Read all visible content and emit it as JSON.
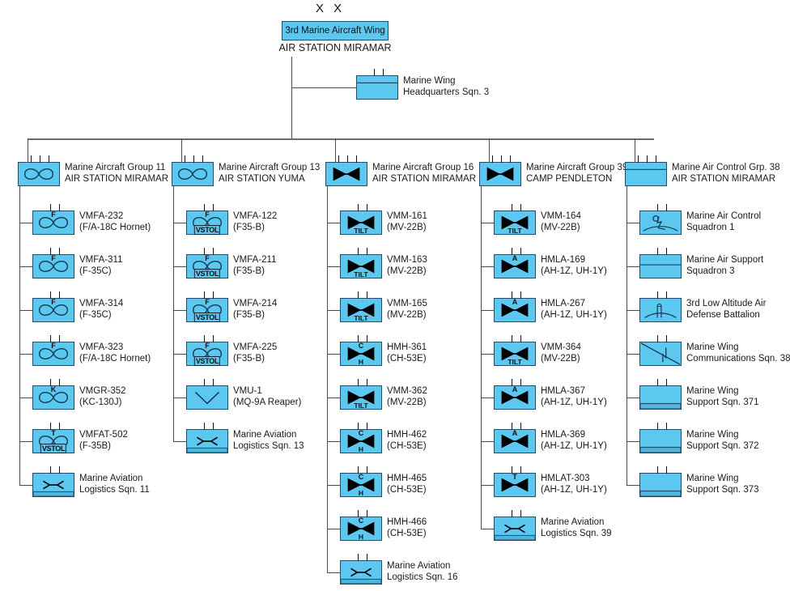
{
  "meta": {
    "title": "3rd Marine Aircraft Wing",
    "echelon_marker": "X X"
  },
  "root": {
    "name": "3rd Marine Aircraft Wing",
    "station": "AIR STATION MIRAMAR",
    "symbol": "air-wing-symbol"
  },
  "headquarters": {
    "line1": "Marine Wing",
    "line2": "Headquarters Sqn. 3",
    "symbol": "headquarters-band-symbol"
  },
  "colors": {
    "symbol_fill": "#5cc8f0",
    "symbol_border": "#1f4f6b",
    "line": "#4a4a4a",
    "text": "#1a1a1a",
    "page_background": "#ffffff"
  },
  "groups": [
    {
      "id": "mag-11",
      "name": "Marine Aircraft Group 11",
      "station": "AIR STATION MIRAMAR",
      "symbol": "fixed-wing-symbol",
      "units": [
        {
          "name": "VMFA-232",
          "aircraft": "(F/A-18C Hornet)",
          "symbol": "fixed-wing-symbol",
          "mod_top": "F",
          "mod_bottom": ""
        },
        {
          "name": "VMFA-311",
          "aircraft": "(F-35C)",
          "symbol": "fixed-wing-symbol",
          "mod_top": "F",
          "mod_bottom": ""
        },
        {
          "name": "VMFA-314",
          "aircraft": "(F-35C)",
          "symbol": "fixed-wing-symbol",
          "mod_top": "F",
          "mod_bottom": ""
        },
        {
          "name": "VMFA-323",
          "aircraft": "(F/A-18C Hornet)",
          "symbol": "fixed-wing-symbol",
          "mod_top": "F",
          "mod_bottom": ""
        },
        {
          "name": "VMGR-352",
          "aircraft": "(KC-130J)",
          "symbol": "fixed-wing-symbol",
          "mod_top": "K",
          "mod_bottom": ""
        },
        {
          "name": "VMFAT-502",
          "aircraft": "(F-35B)",
          "symbol": "fixed-wing-symbol",
          "mod_top": "T",
          "mod_bottom": "VSTOL"
        },
        {
          "name": "Marine Aviation",
          "aircraft": "Logistics Sqn. 11",
          "symbol": "aviation-logistics-symbol",
          "mod_top": "",
          "mod_bottom": ""
        }
      ]
    },
    {
      "id": "mag-13",
      "name": "Marine Aircraft Group 13",
      "station": "AIR STATION YUMA",
      "symbol": "fixed-wing-symbol",
      "units": [
        {
          "name": "VMFA-122",
          "aircraft": "(F35-B)",
          "symbol": "fixed-wing-symbol",
          "mod_top": "F",
          "mod_bottom": "VSTOL"
        },
        {
          "name": "VMFA-211",
          "aircraft": "(F35-B)",
          "symbol": "fixed-wing-symbol",
          "mod_top": "F",
          "mod_bottom": "VSTOL"
        },
        {
          "name": "VMFA-214",
          "aircraft": "(F35-B)",
          "symbol": "fixed-wing-symbol",
          "mod_top": "F",
          "mod_bottom": "VSTOL"
        },
        {
          "name": "VMFA-225",
          "aircraft": "(F35-B)",
          "symbol": "fixed-wing-symbol",
          "mod_top": "F",
          "mod_bottom": "VSTOL"
        },
        {
          "name": "VMU-1",
          "aircraft": "(MQ-9A Reaper)",
          "symbol": "unmanned-aerial-symbol",
          "mod_top": "",
          "mod_bottom": ""
        },
        {
          "name": "Marine Aviation",
          "aircraft": "Logistics Sqn. 13",
          "symbol": "aviation-logistics-symbol",
          "mod_top": "",
          "mod_bottom": ""
        }
      ]
    },
    {
      "id": "mag-16",
      "name": "Marine Aircraft Group 16",
      "station": "AIR STATION MIRAMAR",
      "symbol": "rotary-wing-symbol",
      "units": [
        {
          "name": "VMM-161",
          "aircraft": "(MV-22B)",
          "symbol": "rotary-wing-symbol",
          "mod_top": "",
          "mod_bottom": "TILT"
        },
        {
          "name": "VMM-163",
          "aircraft": "(MV-22B)",
          "symbol": "rotary-wing-symbol",
          "mod_top": "",
          "mod_bottom": "TILT"
        },
        {
          "name": "VMM-165",
          "aircraft": "(MV-22B)",
          "symbol": "rotary-wing-symbol",
          "mod_top": "",
          "mod_bottom": "TILT"
        },
        {
          "name": "HMH-361",
          "aircraft": "(CH-53E)",
          "symbol": "rotary-wing-symbol",
          "mod_top": "C",
          "mod_bottom": "H"
        },
        {
          "name": "VMM-362",
          "aircraft": "(MV-22B)",
          "symbol": "rotary-wing-symbol",
          "mod_top": "",
          "mod_bottom": "TILT"
        },
        {
          "name": "HMH-462",
          "aircraft": "(CH-53E)",
          "symbol": "rotary-wing-symbol",
          "mod_top": "C",
          "mod_bottom": "H"
        },
        {
          "name": "HMH-465",
          "aircraft": "(CH-53E)",
          "symbol": "rotary-wing-symbol",
          "mod_top": "C",
          "mod_bottom": "H"
        },
        {
          "name": "HMH-466",
          "aircraft": "(CH-53E)",
          "symbol": "rotary-wing-symbol",
          "mod_top": "C",
          "mod_bottom": "H"
        },
        {
          "name": "Marine Aviation",
          "aircraft": "Logistics Sqn. 16",
          "symbol": "aviation-logistics-symbol",
          "mod_top": "",
          "mod_bottom": ""
        }
      ]
    },
    {
      "id": "mag-39",
      "name": "Marine Aircraft Group 39",
      "station": "CAMP PENDLETON",
      "symbol": "rotary-wing-symbol",
      "units": [
        {
          "name": "VMM-164",
          "aircraft": "(MV-22B)",
          "symbol": "rotary-wing-symbol",
          "mod_top": "",
          "mod_bottom": "TILT"
        },
        {
          "name": "HMLA-169",
          "aircraft": "(AH-1Z, UH-1Y)",
          "symbol": "rotary-wing-symbol",
          "mod_top": "A",
          "mod_bottom": ""
        },
        {
          "name": "HMLA-267",
          "aircraft": "(AH-1Z, UH-1Y)",
          "symbol": "rotary-wing-symbol",
          "mod_top": "A",
          "mod_bottom": ""
        },
        {
          "name": "VMM-364",
          "aircraft": "(MV-22B)",
          "symbol": "rotary-wing-symbol",
          "mod_top": "",
          "mod_bottom": "TILT"
        },
        {
          "name": "HMLA-367",
          "aircraft": "(AH-1Z, UH-1Y)",
          "symbol": "rotary-wing-symbol",
          "mod_top": "A",
          "mod_bottom": ""
        },
        {
          "name": "HMLA-369",
          "aircraft": "(AH-1Z, UH-1Y)",
          "symbol": "rotary-wing-symbol",
          "mod_top": "A",
          "mod_bottom": ""
        },
        {
          "name": "HMLAT-303",
          "aircraft": "(AH-1Z, UH-1Y)",
          "symbol": "rotary-wing-symbol",
          "mod_top": "T",
          "mod_bottom": ""
        },
        {
          "name": "Marine Aviation",
          "aircraft": "Logistics Sqn. 39",
          "symbol": "aviation-logistics-symbol",
          "mod_top": "",
          "mod_bottom": ""
        }
      ]
    },
    {
      "id": "macg-38",
      "name": "Marine Air Control Grp. 38",
      "station": "AIR STATION MIRAMAR",
      "symbol": "air-control-band-symbol",
      "units": [
        {
          "name": "Marine Air Control",
          "aircraft": "Squadron 1",
          "symbol": "air-control-radar-symbol",
          "mod_top": "",
          "mod_bottom": ""
        },
        {
          "name": "Marine Air Support",
          "aircraft": "Squadron 3",
          "symbol": "air-support-band-symbol",
          "mod_top": "",
          "mod_bottom": ""
        },
        {
          "name": "3rd Low Altitude Air",
          "aircraft": "Defense Battalion",
          "symbol": "air-defense-missile-symbol",
          "mod_top": "",
          "mod_bottom": ""
        },
        {
          "name": "Marine Wing",
          "aircraft": "Communications Sqn. 38",
          "symbol": "communications-symbol",
          "mod_top": "",
          "mod_bottom": ""
        },
        {
          "name": "Marine Wing",
          "aircraft": "Support Sqn. 371",
          "symbol": "wing-support-symbol",
          "mod_top": "",
          "mod_bottom": ""
        },
        {
          "name": "Marine Wing",
          "aircraft": "Support Sqn. 372",
          "symbol": "wing-support-symbol",
          "mod_top": "",
          "mod_bottom": ""
        },
        {
          "name": "Marine Wing",
          "aircraft": "Support Sqn. 373",
          "symbol": "wing-support-symbol",
          "mod_top": "",
          "mod_bottom": ""
        }
      ]
    }
  ]
}
